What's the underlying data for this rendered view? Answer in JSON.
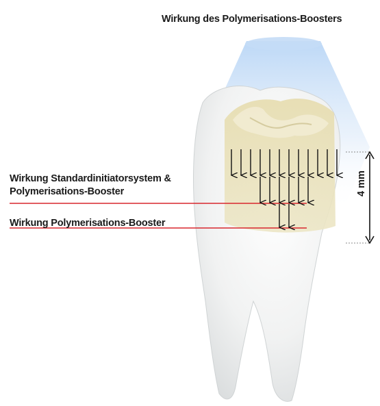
{
  "title": "Wirkung des Polymerisations-Boosters",
  "labels": {
    "standard_line1": "Wirkung Standardinitiatorsystem &",
    "standard_line2": "Polymerisations-Booster",
    "booster": "Wirkung Polymerisations-Booster"
  },
  "depth": "4 mm",
  "colors": {
    "marker_line": "#d8262d",
    "arrow": "#111111",
    "filling": "#e9e1b8",
    "light": "#c9dff6"
  }
}
